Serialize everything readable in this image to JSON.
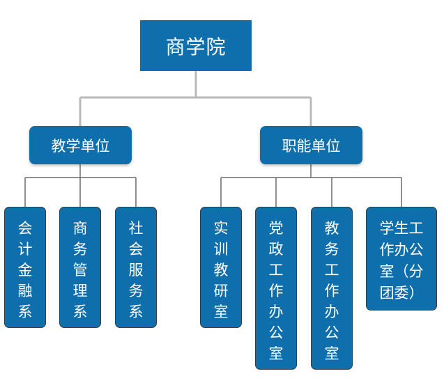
{
  "diagram": {
    "root": {
      "label": "商学院"
    },
    "branches": [
      {
        "label": "教学单位",
        "children": [
          "会计金融系",
          "商务管理系",
          "社会服务系"
        ]
      },
      {
        "label": "职能单位",
        "children": [
          "实训教研室",
          "党政工作办公室",
          "教务工作办公室",
          "学生工作办公室（分团委）"
        ]
      }
    ],
    "colors": {
      "node_fill": "#0f6fad",
      "node_text": "#ffffff",
      "connector_line": "#b9b9b9",
      "leaf_border": "#3a3a3a"
    }
  }
}
